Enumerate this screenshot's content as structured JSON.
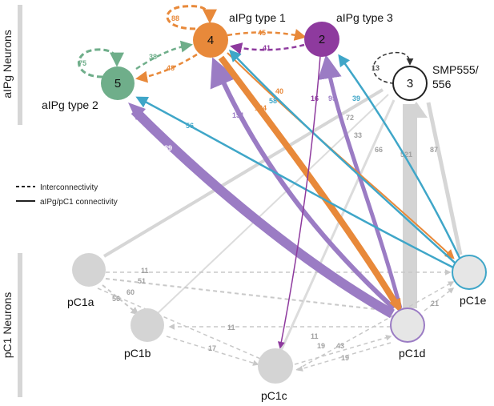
{
  "groups": {
    "apg": "aIPg Neurons",
    "pc1": "pC1 Neurons"
  },
  "legend": {
    "inter": "Interconnectivity",
    "conn": "aIPg/pC1 connectivity"
  },
  "colors": {
    "apg1": "#E8893A",
    "apg2": "#6FAE8A",
    "apg3": "#8E3A9E",
    "smp": "#ffffff",
    "pc1": "#D4D4D4",
    "pc1d_edge": "#9B7CC4",
    "pc1e_edge": "#3FA6C8",
    "purple_edge": "#9B7CC4",
    "orange_edge": "#E8893A",
    "blue_edge": "#3FA6C8",
    "green_edge": "#6FAE8A",
    "gray_edge": "#D0D0D0",
    "dashed_gray": "#C8C8C8",
    "darkpurple_edge": "#8E3A9E"
  },
  "nodes": {
    "apg1": {
      "num": "4",
      "label": "aIPg type 1"
    },
    "apg3": {
      "num": "2",
      "label": "aIPg type 3"
    },
    "apg2": {
      "num": "5",
      "label": "aIPg type 2"
    },
    "smp": {
      "num": "3",
      "label1": "SMP555/",
      "label2": "556"
    },
    "pc1a": {
      "label": "pC1a"
    },
    "pc1b": {
      "label": "pC1b"
    },
    "pc1c": {
      "label": "pC1c"
    },
    "pc1d": {
      "label": "pC1d"
    },
    "pc1e": {
      "label": "pC1e"
    }
  },
  "edge_labels": {
    "self4": "88",
    "self5": "75",
    "self3": "13",
    "e4to2": "45",
    "e2to4": "41",
    "e5to4": "38",
    "e4to5": "48",
    "e4to_pc1e": "40",
    "e4to_pc1d": "134",
    "e_pc1e_to5": "56",
    "e_pc1e_to4": "58",
    "e_pc1e_to2": "39",
    "e_pc1d_to5": "289",
    "e_pc1d_to4": "151",
    "e2to_pc1c": "16",
    "e_pc1d_to2": "95",
    "g72": "72",
    "g33": "33",
    "g66": "66",
    "g521": "521",
    "g87": "87",
    "d11a": "11",
    "d51": "51",
    "d60": "60",
    "d56": "56",
    "d11b": "11",
    "d17": "17",
    "d11c": "11",
    "d19a": "19",
    "d43": "43",
    "d19b": "19",
    "d21": "21"
  }
}
